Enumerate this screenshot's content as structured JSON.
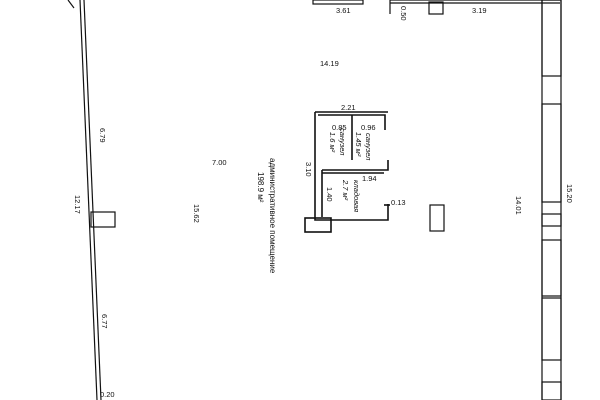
{
  "dimensions": {
    "top_left_span": "3.61",
    "top_mid_small": "0.50",
    "top_right_span": "3.19",
    "left_wall_upper": "6.79",
    "left_wall_total": "12.17",
    "left_wall_lower": "6.77",
    "left_bottom_small": "0.20",
    "interior_horizontal": "7.00",
    "interior_vertical": "15.62",
    "hall_width": "14.19",
    "right_wall_total": "15.20",
    "right_inner": "14.01",
    "core_top": "2.21",
    "core_left_height": "3.10",
    "core_wc1": "0.85",
    "core_wc2": "0.96",
    "core_mid": "1.94",
    "core_lower": "1.40",
    "core_small": "0.13"
  },
  "rooms": {
    "admin_label": "административное помещение",
    "admin_area": "198.9 м²",
    "wc_label_1": "санузел",
    "wc_area_1": "1.45 м²",
    "wc_label_2": "санузел",
    "wc_area_2": "1.6 м²",
    "storage_label": "кладовая",
    "storage_area": "2.7 м²"
  }
}
